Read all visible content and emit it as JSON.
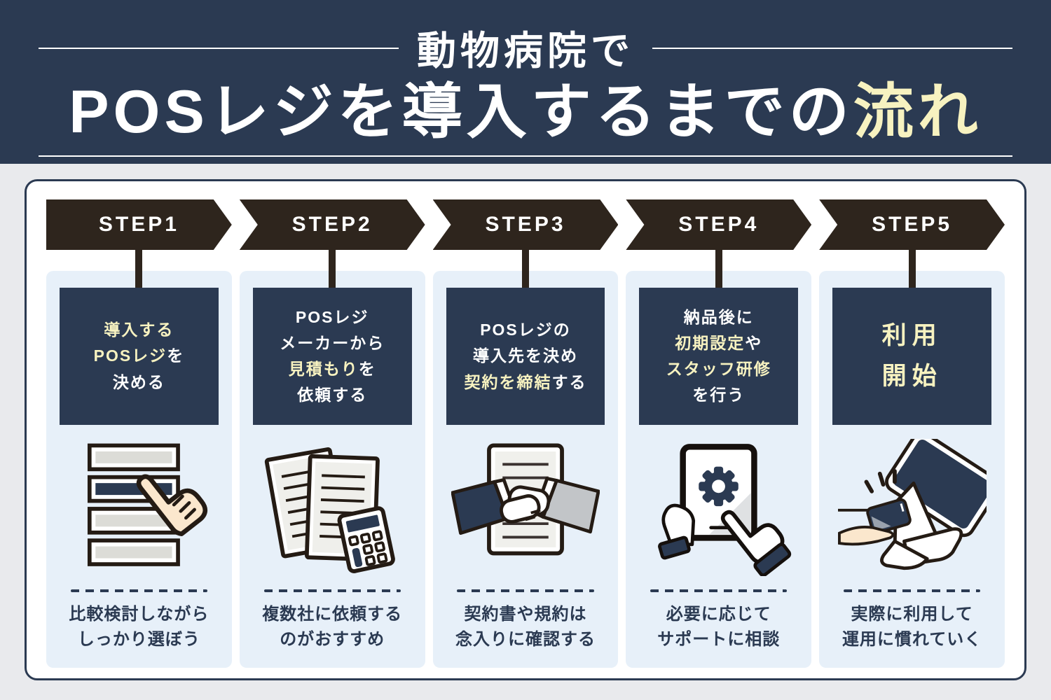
{
  "header": {
    "subtitle": "動物病院で",
    "title_main": "POSレジを導入するまでの",
    "title_accent": "流れ"
  },
  "steps": [
    {
      "label": "STEP1",
      "icon": "list-selection-hand-icon",
      "box_lines": [
        [
          {
            "t": "導入する",
            "c": "yellow"
          }
        ],
        [
          {
            "t": "POSレジ",
            "c": "yellow"
          },
          {
            "t": "を",
            "c": "white"
          }
        ],
        [
          {
            "t": "決める",
            "c": "white"
          }
        ]
      ],
      "caption_lines": [
        "比較検討しながら",
        "しっかり選ぼう"
      ]
    },
    {
      "label": "STEP2",
      "icon": "documents-calculator-icon",
      "box_lines": [
        [
          {
            "t": "POSレジ",
            "c": "white"
          }
        ],
        [
          {
            "t": "メーカーから",
            "c": "white"
          }
        ],
        [
          {
            "t": "見積もり",
            "c": "yellow"
          },
          {
            "t": "を",
            "c": "white"
          }
        ],
        [
          {
            "t": "依頼する",
            "c": "white"
          }
        ]
      ],
      "caption_lines": [
        "複数社に依頼する",
        "のがおすすめ"
      ]
    },
    {
      "label": "STEP3",
      "icon": "handshake-contract-icon",
      "box_lines": [
        [
          {
            "t": "POSレジの",
            "c": "white"
          }
        ],
        [
          {
            "t": "導入先を決め",
            "c": "white"
          }
        ],
        [
          {
            "t": "契約を締結",
            "c": "yellow"
          },
          {
            "t": "する",
            "c": "white"
          }
        ]
      ],
      "caption_lines": [
        "契約書や規約は",
        "念入りに確認する"
      ]
    },
    {
      "label": "STEP4",
      "icon": "tablet-setup-gear-icon",
      "box_lines": [
        [
          {
            "t": "納品後に",
            "c": "white"
          }
        ],
        [
          {
            "t": "初期設定",
            "c": "yellow"
          },
          {
            "t": "や",
            "c": "white"
          }
        ],
        [
          {
            "t": "スタッフ研修",
            "c": "yellow"
          }
        ],
        [
          {
            "t": "を行う",
            "c": "white"
          }
        ]
      ],
      "caption_lines": [
        "必要に応じて",
        "サポートに相談"
      ]
    },
    {
      "label": "STEP5",
      "icon": "pos-register-payment-icon",
      "box_large": true,
      "box_lines": [
        [
          {
            "t": "利用",
            "c": "yellow"
          }
        ],
        [
          {
            "t": "開始",
            "c": "yellow"
          }
        ]
      ],
      "caption_lines": [
        "実際に利用して",
        "運用に慣れていく"
      ]
    }
  ],
  "colors": {
    "header_bg": "#2b3a52",
    "accent_yellow": "#f7f2c0",
    "chevron_bg": "#2e251d",
    "panel_bg": "#e7f0f9",
    "page_bg": "#e9eaed",
    "card_bg": "#ffffff",
    "card_border": "#2b3a52",
    "text_navy": "#2b3a52",
    "icon_outline": "#241b14"
  }
}
